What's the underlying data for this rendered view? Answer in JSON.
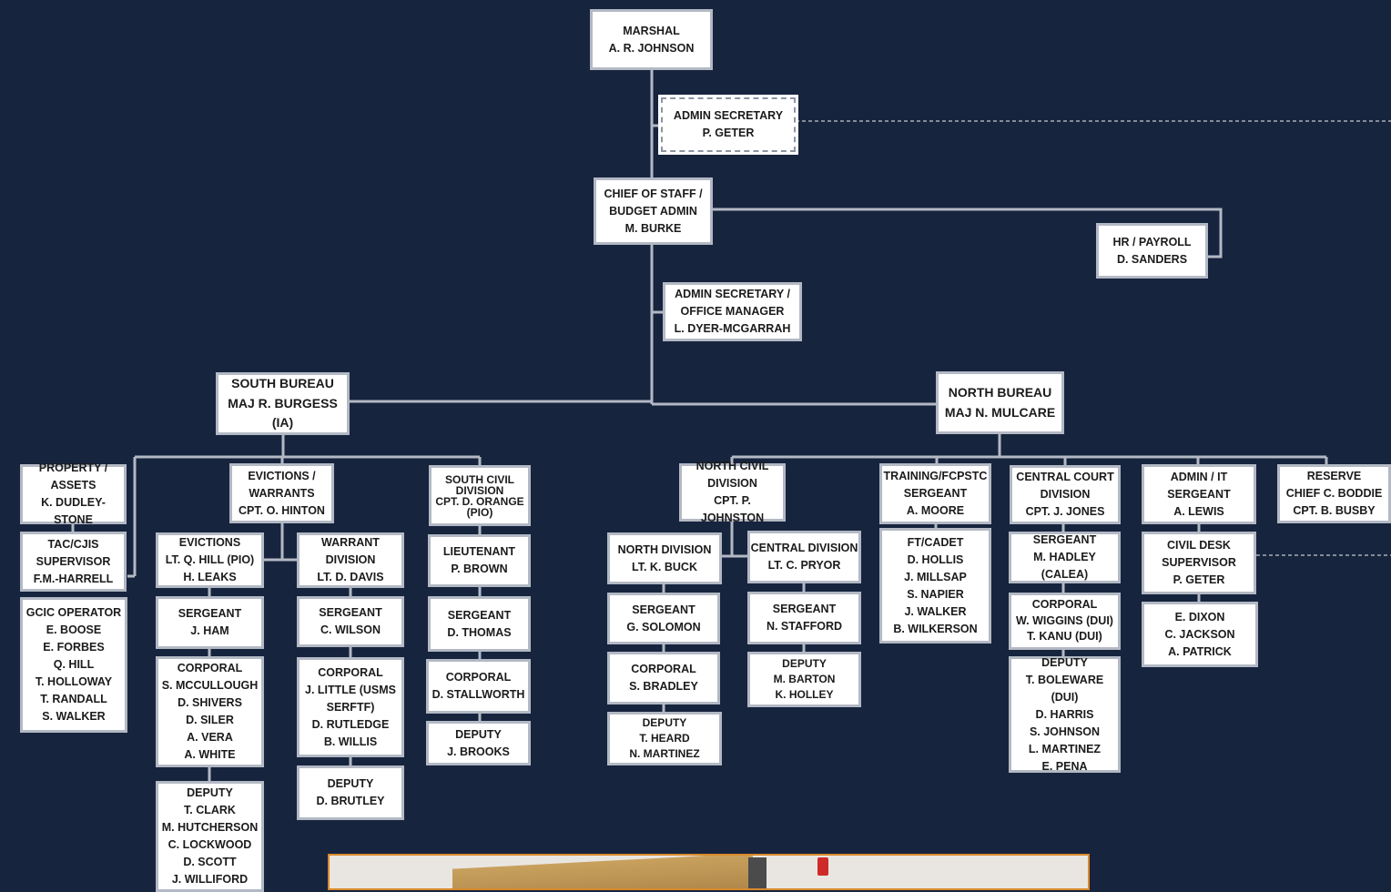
{
  "colors": {
    "background": "#17243e",
    "box": "#ffffff",
    "line": "#b3b9c4",
    "dashed": "#8d95a3"
  },
  "nodes": {
    "marshal": "MARSHAL\nA. R. JOHNSON",
    "admin_secretary": "ADMIN SECRETARY\nP. GETER",
    "chief_of_staff": "CHIEF OF STAFF /\nBUDGET ADMIN\nM. BURKE",
    "hr_payroll": "HR / PAYROLL\nD. SANDERS",
    "office_manager": "ADMIN SECRETARY /\nOFFICE MANAGER\nL. DYER-MCGARRAH",
    "south_bureau": "SOUTH BUREAU\nMAJ R. BURGESS (IA)",
    "north_bureau": "NORTH BUREAU\nMAJ N. MULCARE",
    "property_assets": "PROPERTY /\nASSETS\nK. DUDLEY-STONE",
    "tac_cjis": "TAC/CJIS\nSUPERVISOR\nF.M.-HARRELL",
    "gcic": "GCIC OPERATOR\nE. BOOSE\nE. FORBES\nQ. HILL\nT. HOLLOWAY\nT. RANDALL\nS. WALKER",
    "evictions_warrants": "EVICTIONS  /\nWARRANTS\nCPT. O. HINTON",
    "evictions": "EVICTIONS\nLT. Q. HILL (PIO)\nH. LEAKS",
    "ev_sergeant": "SERGEANT\nJ. HAM",
    "ev_corporal": "CORPORAL\nS. MCCULLOUGH\nD. SHIVERS\nD. SILER\nA. VERA\nA. WHITE",
    "ev_deputy": "DEPUTY\nT. CLARK\nM. HUTCHERSON\nC. LOCKWOOD\nD. SCOTT\nJ. WILLIFORD",
    "warrant_division": "WARRANT\nDIVISION\nLT. D. DAVIS",
    "wa_sergeant": "SERGEANT\nC. WILSON",
    "wa_corporal": "CORPORAL\nJ. LITTLE (USMS\nSERFTF)\nD. RUTLEDGE\nB. WILLIS",
    "wa_deputy": "DEPUTY\nD. BRUTLEY",
    "south_civil": "SOUTH CIVIL\nDIVISION\nCPT. D. ORANGE\n(PIO)",
    "sc_lieutenant": "LIEUTENANT\nP. BROWN",
    "sc_sergeant": "SERGEANT\nD. THOMAS",
    "sc_corporal": "CORPORAL\nD. STALLWORTH",
    "sc_deputy": "DEPUTY\nJ. BROOKS",
    "north_civil": "NORTH CIVIL\nDIVISION\nCPT. P. JOHNSTON",
    "north_division": "NORTH DIVISION\nLT. K. BUCK",
    "nd_sergeant": "SERGEANT\nG. SOLOMON",
    "nd_corporal": "CORPORAL\nS. BRADLEY",
    "nd_deputy": "DEPUTY\nT. HEARD\nN. MARTINEZ",
    "central_division": "CENTRAL DIVISION\nLT. C. PRYOR",
    "cd_sergeant": "SERGEANT\nN. STAFFORD",
    "cd_deputy": "DEPUTY\nM. BARTON\nK. HOLLEY",
    "training": "TRAINING/FCPSTC\nSERGEANT\nA. MOORE",
    "ft_cadet": "FT/CADET\nD. HOLLIS\nJ. MILLSAP\nS. NAPIER\nJ. WALKER\nB. WILKERSON",
    "central_court": "CENTRAL COURT\nDIVISION\nCPT. J. JONES",
    "cc_sergeant": "SERGEANT\nM. HADLEY (CALEA)",
    "cc_corporal": "CORPORAL\nW. WIGGINS (DUI)\nT. KANU (DUI)",
    "cc_deputy": "DEPUTY\nT. BOLEWARE (DUI)\nD. HARRIS\nS. JOHNSON\nL. MARTINEZ\nE. PENA",
    "admin_it": "ADMIN / IT\nSERGEANT\nA. LEWIS",
    "civil_desk": "CIVIL DESK\nSUPERVISOR\nP. GETER",
    "civil_desk_staff": "E. DIXON\nC. JACKSON\nA. PATRICK",
    "reserve": "RESERVE\nCHIEF C. BODDIE\nCPT. B. BUSBY"
  }
}
